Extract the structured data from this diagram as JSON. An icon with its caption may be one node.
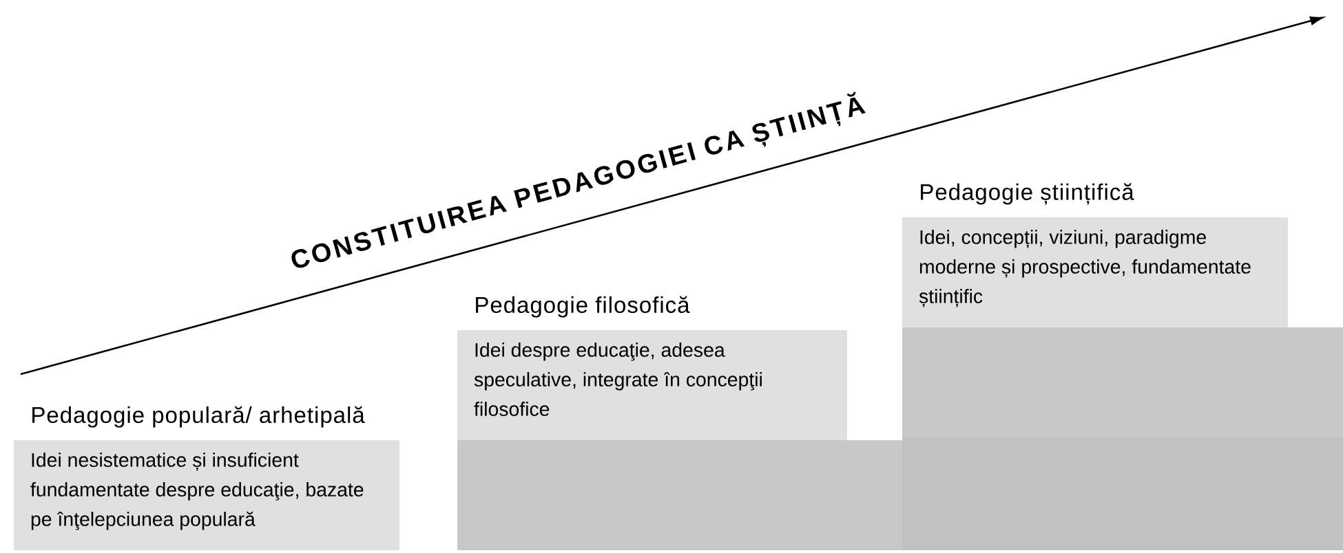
{
  "diagram": {
    "nodes": [
      {
        "text": [
          "Pedagogie populară/ arhetipală",
          "Idei nesistematice și insuficient fundamentate despre educaţie, bazate pe înţelepciunea populară"
        ]
      },
      {
        "text": [
          "Pedagogie filosofică",
          "Idei despre educaţie, adesea speculative, integrate în concepţii filosofice"
        ]
      },
      {
        "text": [
          "Pedagogie științifică",
          "Idei, concepții, viziuni, paradigme moderne și prospective, fundamentate științific"
        ]
      }
    ],
    "labels": [
      "CONSTITUIREA PEDAGOGIEI CA ȘTIINȚĂ"
    ]
  }
}
